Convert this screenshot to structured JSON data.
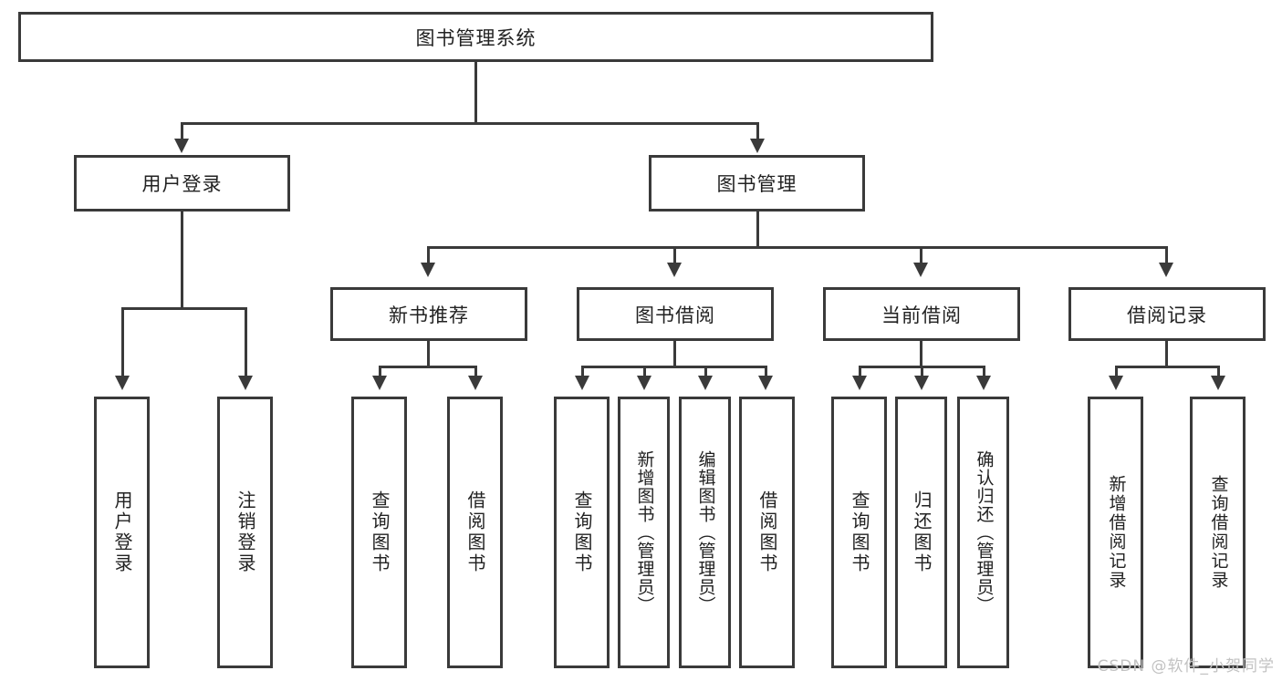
{
  "diagram": {
    "type": "tree-hierarchy-diagram",
    "title": "图书管理系统",
    "root": {
      "label": "图书管理系统"
    },
    "level2": [
      {
        "label": "用户登录"
      },
      {
        "label": "图书管理"
      }
    ],
    "level3": [
      {
        "label": "新书推荐"
      },
      {
        "label": "图书借阅"
      },
      {
        "label": "当前借阅"
      },
      {
        "label": "借阅记录"
      }
    ],
    "leaves": {
      "user_login": [
        {
          "label": "用户登录"
        },
        {
          "label": "注销登录"
        }
      ],
      "new_book_recommend": [
        {
          "label": "查询图书"
        },
        {
          "label": "借阅图书"
        }
      ],
      "book_borrow": [
        {
          "label": "查询图书"
        },
        {
          "label": "新增图书（管理员）"
        },
        {
          "label": "编辑图书（管理员）"
        },
        {
          "label": "借阅图书"
        }
      ],
      "current_borrow": [
        {
          "label": "查询图书"
        },
        {
          "label": "归还图书"
        },
        {
          "label": "确认归还（管理员）"
        }
      ],
      "borrow_record": [
        {
          "label": "新增借阅记录"
        },
        {
          "label": "查询借阅记录"
        }
      ]
    },
    "watermark": "CSDN @软件_小贺同学",
    "colors": {
      "stroke": "#3a3a3a",
      "fill": "#ffffff",
      "text": "#222222",
      "watermark": "#c2c2c2"
    }
  }
}
